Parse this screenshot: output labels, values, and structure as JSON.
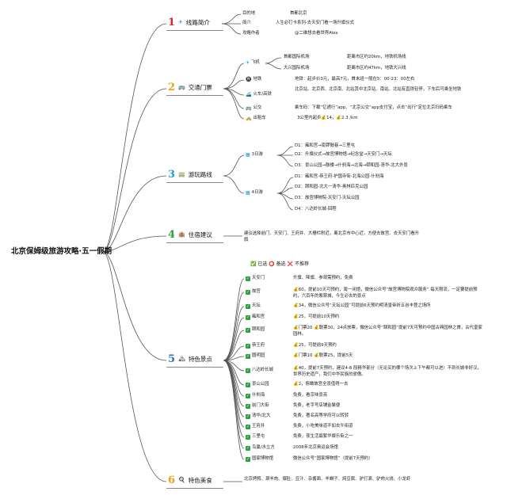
{
  "root": "北京保姆级旅游攻略·五一假期",
  "sections": {
    "s1": {
      "num": "1",
      "color": "#d8262d",
      "icon": "✈",
      "title": "线路简介",
      "rows": [
        {
          "label": "目的地",
          "value": "首都北京"
        },
        {
          "label": "简介",
          "value": "人生必打卡系列-去天安门看一场升旗仪式"
        },
        {
          "label": "攻略作者",
          "value": "@二维想去看世界Alex"
        }
      ]
    },
    "s2": {
      "num": "2",
      "color": "#e8a21a",
      "icon": "🚌",
      "title": "交通门票",
      "flight": "飞机",
      "airports": [
        {
          "name": "首都国际机场",
          "desc": "距离市区约20km，地铁机场线"
        },
        {
          "name": "大兴国际机场",
          "desc": "距离市区约47km，地铁大兴线"
        }
      ],
      "metro": {
        "label": "地铁",
        "value": "地铁：起步价3元，最高7元，首末班一般在5：00-23：00左右"
      },
      "train": {
        "label": "火车/高铁",
        "value": "北京站、北京西、北京南、北站其中北京站、南站、北站有直铁轻停，下车后可乘坐地铁"
      },
      "bus": {
        "label": "公交",
        "value": "乘车码：下载“亿通行”app、“北京公交”app支付宝，点击“出行”定位北京扫码乘车"
      },
      "taxi": {
        "label": "出租车",
        "value": "3公里内起步💰14，💰2.3 /km"
      }
    },
    "s3": {
      "num": "3",
      "color": "#1e9bd6",
      "icon": "🚃",
      "title": "游玩路线",
      "plan3": "3日游",
      "plan3_items": [
        "D1：雍和宫→南锣鼓巷→三里屯",
        "D2：升旗仪式→故宫博物馆→纪念堂→天安门→天坛",
        "D3：景山公园→鼓楼→什刹海→北海→颐和园-清华-北大外景"
      ],
      "plan4": "4日游",
      "plan4_items": [
        "D1：雍和宫-恭王府-护国寺街-北海公园-什刹海",
        "D2：颐和园-北大一清华-奥林匹克公园",
        "D3：故宫博物院-天安门-天坛公园",
        "D4：八达岭长城-回程"
      ]
    },
    "s4": {
      "num": "4",
      "color": "#2e9e41",
      "icon": "🏨",
      "title": "住宿建议",
      "text": "建议选择前门、天安门、王府井、大栅栏附近，离北京市中心近，方便去故宫、去天安门看升旗"
    },
    "s5": {
      "num": "5",
      "color": "#2e73b8",
      "icon": "🏔",
      "title": "特色景点",
      "legend": "✅ 已选 ⭕ 备选 ❌ 不推荐",
      "items": [
        {
          "name": "天安门",
          "desc": "升旗、降旗、参观需预约，免费"
        },
        {
          "name": "故宫",
          "desc": "💰60，提前10天可预约，周一闭馆，微信公众号“故宫博物院观众服务” 每天限流，一定要提前预约，六百年的紫禁城，今生必去的景点"
        },
        {
          "name": "天坛",
          "desc": "💰34，微信公众号“天坛公园”可提前6天预约明清皇帝祈五谷丰登之场所"
        },
        {
          "name": "雍和宫",
          "desc": "💰25，可提前10天预约"
        },
        {
          "name": "颐和园",
          "desc": "💰门票20 💰联票30，24点放票，微信公众号“颐和园”提前7天可预约中国古典园林之首，古代皇家园林。"
        },
        {
          "name": "恭王府",
          "desc": "💰25，可提前9天预约"
        },
        {
          "name": "圆明园",
          "desc": "💰门票10 💰联票25，提前5天"
        },
        {
          "name": "八达岭长城",
          "desc": "💰40，提前7天预约，建议4-8 段精华部分（无论买的哪个场次上下午都可以进）不到长城非好汉，世界历史遗产，我们中华民族的骄傲。"
        },
        {
          "name": "景山公园",
          "desc": "💰2，俯瞰故宫全景值得一去"
        },
        {
          "name": "什刹海",
          "desc": "免费，看京味景亮"
        },
        {
          "name": "前门大街",
          "desc": "免费，老字号店铺金聚便"
        },
        {
          "name": "清华/北大",
          "desc": "免费，著名高等学府可以转转"
        },
        {
          "name": "王府井",
          "desc": "免费，小吃美味道不如去牛街道"
        },
        {
          "name": "三里屯",
          "desc": "免费，夜生活最繁华娱乐街之一"
        },
        {
          "name": "鸟巢/水立方",
          "desc": "2008年北京奥运会场馆"
        },
        {
          "name": "国家博物馆",
          "desc": "微信公众号“国家博物馆”（提前7天预约）"
        }
      ]
    },
    "s6": {
      "num": "6",
      "color": "#e8a21a",
      "icon": "🍳",
      "title": "特色美食",
      "text": "北京烤鸭、涮羊肉、爆肚、豆汁、杂酱面、羊蝎子、焖豆腐、驴打滚、驴肉火烧、小龙虾"
    }
  }
}
